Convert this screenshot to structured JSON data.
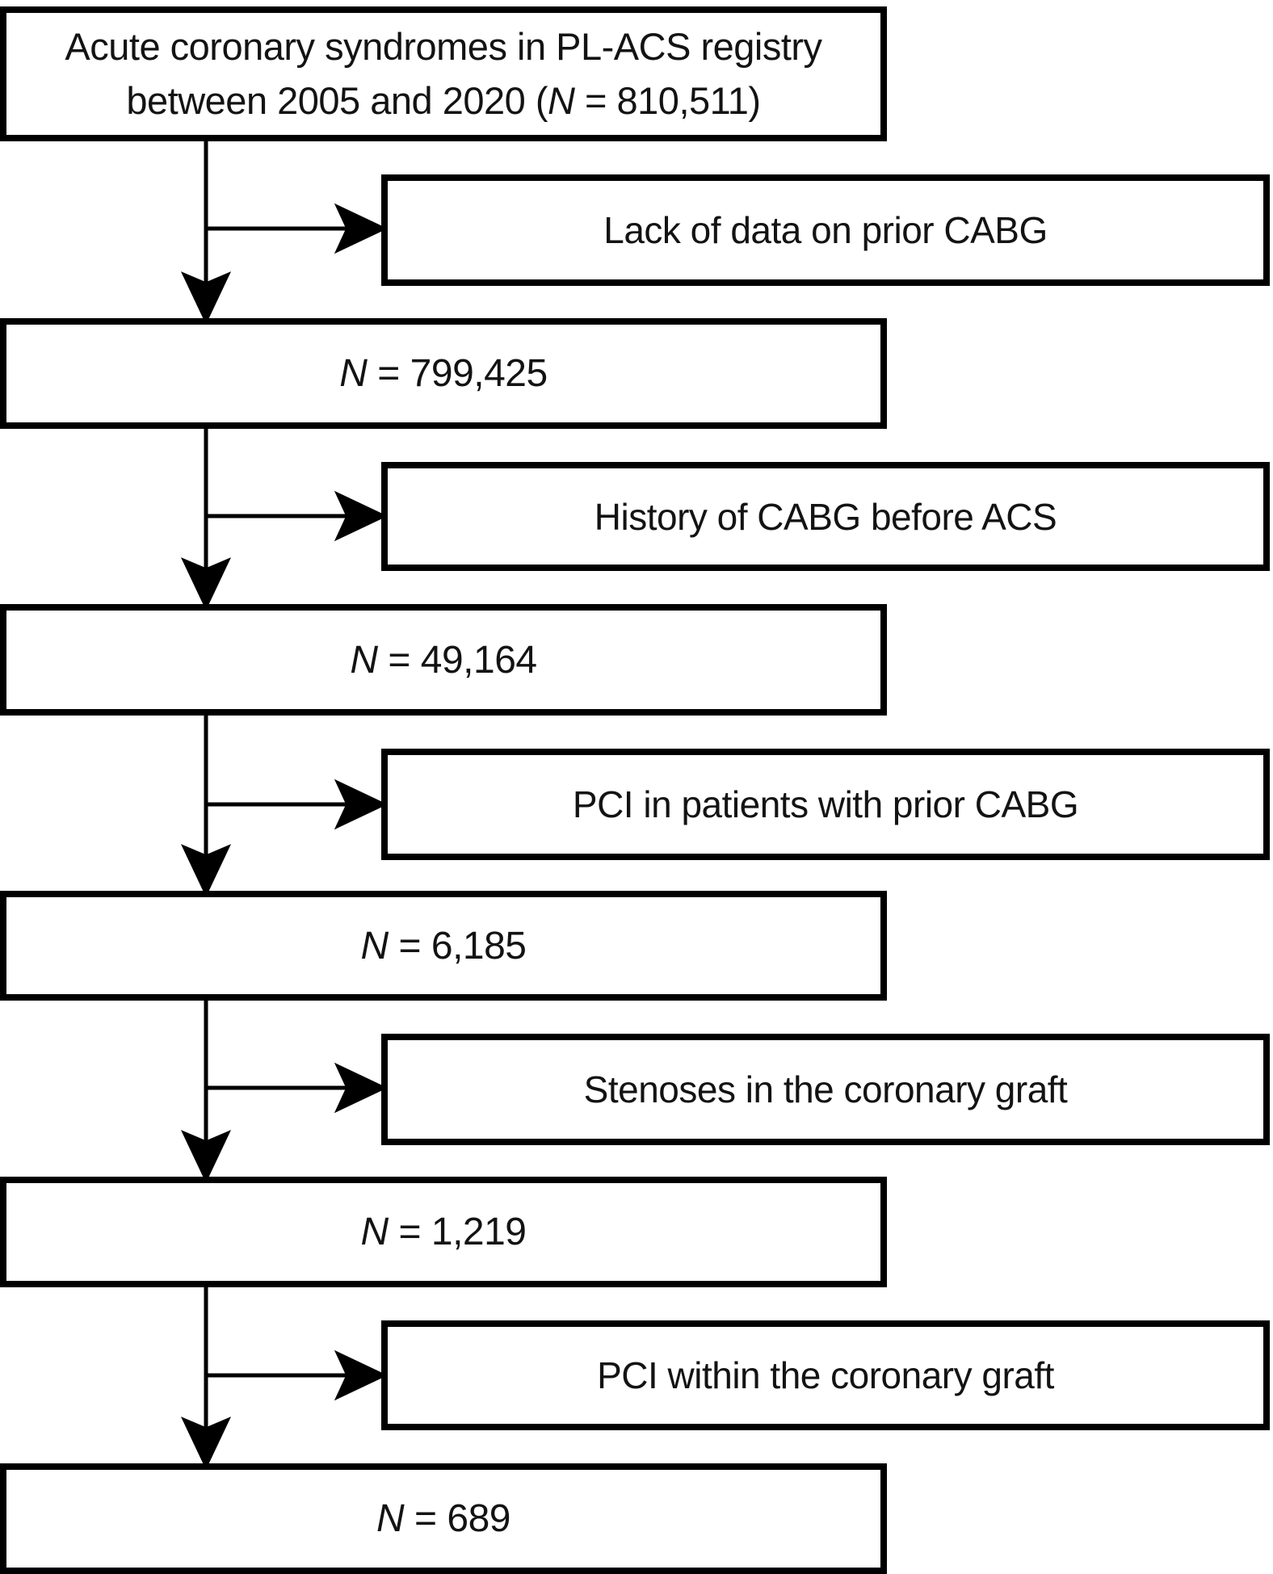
{
  "diagram": {
    "title_box": {
      "line1": "Acute coronary syndromes in PL-ACS registry",
      "line2_pre": "between 2005 and 2020 (",
      "line2_n": "N",
      "line2_post": " = 810,511)"
    },
    "steps": [
      {
        "n": "N",
        "value": " = 799,425",
        "exclusion": "Lack of data on prior CABG"
      },
      {
        "n": "N",
        "value": " = 49,164",
        "exclusion": "History of CABG before ACS"
      },
      {
        "n": "N",
        "value": " = 6,185",
        "exclusion": "PCI in patients with prior CABG"
      },
      {
        "n": "N",
        "value": " = 1,219",
        "exclusion": "Stenoses in the coronary graft"
      },
      {
        "n": "N",
        "value": " = 689",
        "exclusion": "PCI within the coronary graft"
      }
    ],
    "colors": {
      "line": "#000000",
      "box_border": "#000000",
      "box_fill": "#ffffff",
      "background": "#ffffff",
      "text": "#131313"
    }
  }
}
